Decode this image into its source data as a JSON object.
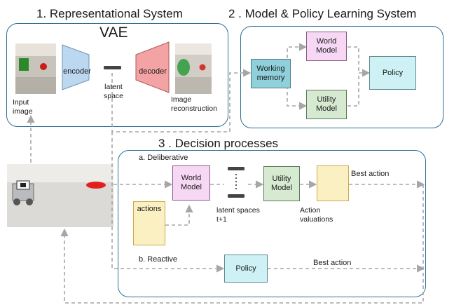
{
  "titles": {
    "representational": "1. Representational System",
    "model_policy": "2 . Model & Policy Learning System",
    "decision": "3 . Decision processes"
  },
  "vae": {
    "label": "VAE",
    "encoder": "encoder",
    "decoder": "decoder",
    "latent_line1": "latent",
    "latent_line2": "space",
    "input_line1": "Input",
    "input_line2": "image",
    "recon_line1": "Image",
    "recon_line2": "reconstruction"
  },
  "learning": {
    "working_memory_line1": "Working",
    "working_memory_line2": "memory",
    "world_model_line1": "World",
    "world_model_line2": "Model",
    "utility_model_line1": "Utility",
    "utility_model_line2": "Model",
    "policy": "Policy"
  },
  "decision": {
    "deliberative": "a. Deliberative",
    "reactive": "b. Reactive",
    "world_model_line1": "World",
    "world_model_line2": "Model",
    "utility_model_line1": "Utility",
    "utility_model_line2": "Model",
    "actions": "actions",
    "latent_line1": "latent spaces",
    "latent_line2": "t+1",
    "valuations_line1": "Action",
    "valuations_line2": "valuations",
    "best_action_top": "Best action",
    "policy": "Policy",
    "best_action_bottom": "Best action"
  },
  "colors": {
    "panel_border": "#2e6f93",
    "arrow_gray": "#a6a6a6",
    "encoder_blue": "#bcd7f0",
    "decoder_red": "#f3a3a3",
    "world_model_pink": "#f6d7f4",
    "utility_green": "#d6ead2",
    "policy_cyan": "#cdf1f4",
    "working_memory_teal": "#8fd0db",
    "actions_yellow": "#fbf0c2"
  }
}
